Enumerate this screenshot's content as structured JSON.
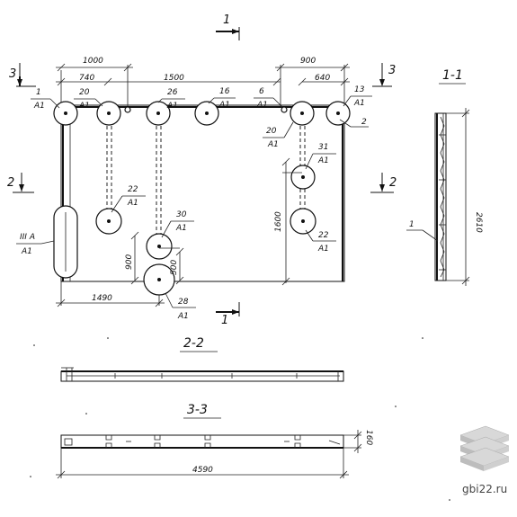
{
  "dimensions": {
    "d1000": "1000",
    "d740": "740",
    "d1500": "1500",
    "d900": "900",
    "d640": "640",
    "d2610": "2610",
    "d1600": "1600",
    "d900v": "900",
    "d500": "500",
    "d1490": "1490",
    "d160": "160",
    "d4590": "4590"
  },
  "section_labels": {
    "s1_top": "1",
    "s1_bottom": "1",
    "s2_left": "2",
    "s2_right": "2",
    "s3_left": "3",
    "s3_right": "3",
    "view_1_1": "1-1",
    "view_2_2": "2-2",
    "view_3_3": "3-3"
  },
  "callouts": [
    {
      "id": "c1",
      "num": "1",
      "sheet": "А1"
    },
    {
      "id": "c20a",
      "num": "20",
      "sheet": "А1"
    },
    {
      "id": "c26",
      "num": "26",
      "sheet": "А1"
    },
    {
      "id": "c16",
      "num": "16",
      "sheet": "А1"
    },
    {
      "id": "c6",
      "num": "6",
      "sheet": "А1"
    },
    {
      "id": "c13",
      "num": "13",
      "sheet": "А1"
    },
    {
      "id": "c20b",
      "num": "20",
      "sheet": "А1"
    },
    {
      "id": "c22a",
      "num": "22",
      "sheet": "А1"
    },
    {
      "id": "c30",
      "num": "30",
      "sheet": "А1"
    },
    {
      "id": "c31",
      "num": "31",
      "sheet": "А1"
    },
    {
      "id": "c22b",
      "num": "22",
      "sheet": "А1"
    },
    {
      "id": "c28",
      "num": "28",
      "sheet": "А1"
    },
    {
      "id": "c3a",
      "num": "III А",
      "sheet": "А1"
    }
  ],
  "leaders": {
    "l2_right": "2",
    "l1_side": "1"
  },
  "watermark": {
    "site": "gbi22.ru"
  }
}
